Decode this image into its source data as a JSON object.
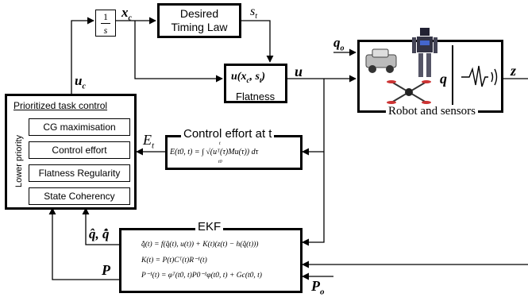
{
  "integrator": {
    "num": "1",
    "den": "s"
  },
  "timing_law": {
    "line1": "Desired",
    "line2": "Timing Law"
  },
  "flatness": {
    "expr": "u(x",
    "sub": "c",
    "rest": ", s",
    "sub2": "t",
    "close": ")",
    "label": "Flatness"
  },
  "robot": {
    "label": "Robot and sensors",
    "q": "q"
  },
  "task_control": {
    "title": "Prioritized task control",
    "axis_label": "Lower priority",
    "tasks": [
      "CG maximisation",
      "Control effort",
      "Flatness Regularity",
      "State Coherency"
    ]
  },
  "control_effort": {
    "title": "Control effort at t",
    "formula": "E(t0, t) = ∫ √(uᵀ(τ)Mu(τ)) dτ",
    "lower": "t0",
    "upper": "t"
  },
  "ekf": {
    "title": "EKF",
    "eq1": "q̇̂(t) = f(q̂(t), u(t)) + K(t)(z(t) − h(q̂(t)))",
    "eq2": "K(t) = P(t)Cᵀ(t)R⁻¹(t)",
    "eq3": "P⁻¹(t) = φᵀ(t0, t)P0⁻¹φ(t0, t) + Gc(t0, t)"
  },
  "signals": {
    "xc": "x",
    "xc_sub": "c",
    "st": "s",
    "st_sub": "t",
    "u": "u",
    "uc": "u",
    "uc_sub": "c",
    "qo": "q",
    "qo_sub": "o",
    "z": "z",
    "Et": "E",
    "Et_sub": "t",
    "qhat": "q̂, q̇̂",
    "P": "P",
    "Po": "P",
    "Po_sub": "o"
  }
}
